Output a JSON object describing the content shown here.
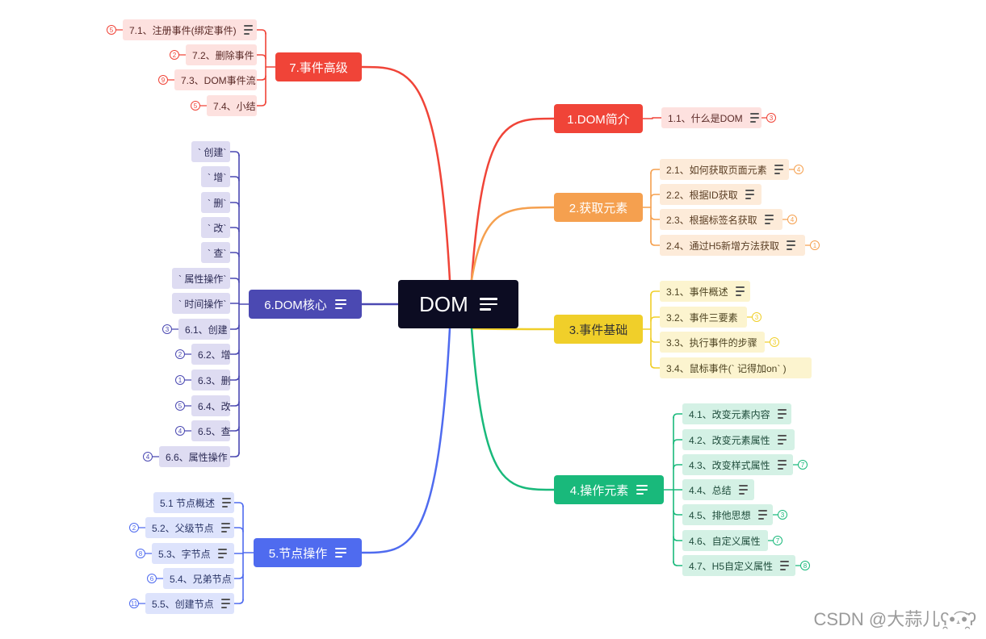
{
  "root": {
    "label": "DOM"
  },
  "branches": [
    {
      "id": "b1",
      "label": "1.DOM简介",
      "color": "#f04438",
      "leafBg": "#fde1df",
      "leafColor": "#5a2a27",
      "side": "right",
      "note": false,
      "children": [
        {
          "label": "1.1、什么是DOM",
          "note": true,
          "badge": "3"
        }
      ]
    },
    {
      "id": "b2",
      "label": "2.获取元素",
      "color": "#f5a04f",
      "leafBg": "#fdebd9",
      "leafColor": "#5a3e24",
      "side": "right",
      "note": false,
      "children": [
        {
          "label": "2.1、如何获取页面元素",
          "note": true,
          "badge": "4"
        },
        {
          "label": "2.2、根据ID获取",
          "note": true,
          "badge": ""
        },
        {
          "label": "2.3、根据标签名获取",
          "note": true,
          "badge": "4"
        },
        {
          "label": "2.4、通过H5新增方法获取",
          "note": true,
          "badge": "1"
        }
      ]
    },
    {
      "id": "b3",
      "label": "3.事件基础",
      "color": "#f0cf2a",
      "leafBg": "#fcf4cf",
      "leafColor": "#4e4422",
      "side": "right",
      "note": false,
      "textColor": "#333333",
      "children": [
        {
          "label": "3.1、事件概述",
          "note": true,
          "badge": ""
        },
        {
          "label": "3.2、事件三要素",
          "note": false,
          "badge": "3"
        },
        {
          "label": "3.3、执行事件的步骤",
          "note": false,
          "badge": "3"
        },
        {
          "label": "3.4、鼠标事件(` 记得加on` )",
          "note": false,
          "badge": ""
        }
      ]
    },
    {
      "id": "b4",
      "label": "4.操作元素",
      "color": "#19b97b",
      "leafBg": "#d4f1e5",
      "leafColor": "#1f4d3c",
      "side": "right",
      "note": true,
      "children": [
        {
          "label": "4.1、改变元素内容",
          "note": true,
          "badge": ""
        },
        {
          "label": "4.2、改变元素属性",
          "note": true,
          "badge": ""
        },
        {
          "label": "4.3、改变样式属性",
          "note": true,
          "badge": "7"
        },
        {
          "label": "4.4、总结",
          "note": true,
          "badge": ""
        },
        {
          "label": "4.5、排他思想",
          "note": true,
          "badge": "3"
        },
        {
          "label": "4.6、自定义属性",
          "note": false,
          "badge": "7"
        },
        {
          "label": "4.7、H5自定义属性",
          "note": true,
          "badge": "8"
        }
      ]
    },
    {
      "id": "b5",
      "label": "5.节点操作",
      "color": "#4f6bef",
      "leafBg": "#dde3fc",
      "leafColor": "#2a3566",
      "side": "left",
      "note": true,
      "children": [
        {
          "label": "5.1 节点概述",
          "note": true,
          "badge": ""
        },
        {
          "label": "5.2、父级节点",
          "note": true,
          "badge": "2"
        },
        {
          "label": "5.3、字节点",
          "note": true,
          "badge": "8"
        },
        {
          "label": "5.4、兄弟节点",
          "note": false,
          "badge": "6"
        },
        {
          "label": "5.5、创建节点",
          "note": true,
          "badge": "11"
        }
      ]
    },
    {
      "id": "b6",
      "label": "6.DOM核心",
      "color": "#4b49b2",
      "leafBg": "#dedcf2",
      "leafColor": "#2c2b55",
      "side": "left",
      "note": true,
      "children": [
        {
          "label": "` 创建`",
          "note": false,
          "badge": ""
        },
        {
          "label": "` 增`",
          "note": false,
          "badge": ""
        },
        {
          "label": "` 删`",
          "note": false,
          "badge": ""
        },
        {
          "label": "` 改`",
          "note": false,
          "badge": ""
        },
        {
          "label": "` 查`",
          "note": false,
          "badge": ""
        },
        {
          "label": "` 属性操作`",
          "note": false,
          "badge": ""
        },
        {
          "label": "` 时间操作`",
          "note": false,
          "badge": ""
        },
        {
          "label": "6.1、创建",
          "note": false,
          "badge": "3"
        },
        {
          "label": "6.2、增",
          "note": false,
          "badge": "2"
        },
        {
          "label": "6.3、删",
          "note": false,
          "badge": "1"
        },
        {
          "label": "6.4、改",
          "note": false,
          "badge": "5"
        },
        {
          "label": "6.5、查",
          "note": false,
          "badge": "4"
        },
        {
          "label": "6.6、属性操作",
          "note": false,
          "badge": "4"
        }
      ]
    },
    {
      "id": "b7",
      "label": "7.事件高级",
      "color": "#f04438",
      "leafBg": "#fde1df",
      "leafColor": "#5a2a27",
      "side": "left",
      "note": false,
      "children": [
        {
          "label": "7.1、注册事件(绑定事件)",
          "note": true,
          "badge": "5"
        },
        {
          "label": "7.2、删除事件",
          "note": false,
          "badge": "2"
        },
        {
          "label": "7.3、DOM事件流",
          "note": false,
          "badge": "9"
        },
        {
          "label": "7.4、小结",
          "note": false,
          "badge": "5"
        }
      ]
    }
  ],
  "watermark": "CSDN @大蒜儿ʕ̯•͡˔•̯᷅ʔ"
}
